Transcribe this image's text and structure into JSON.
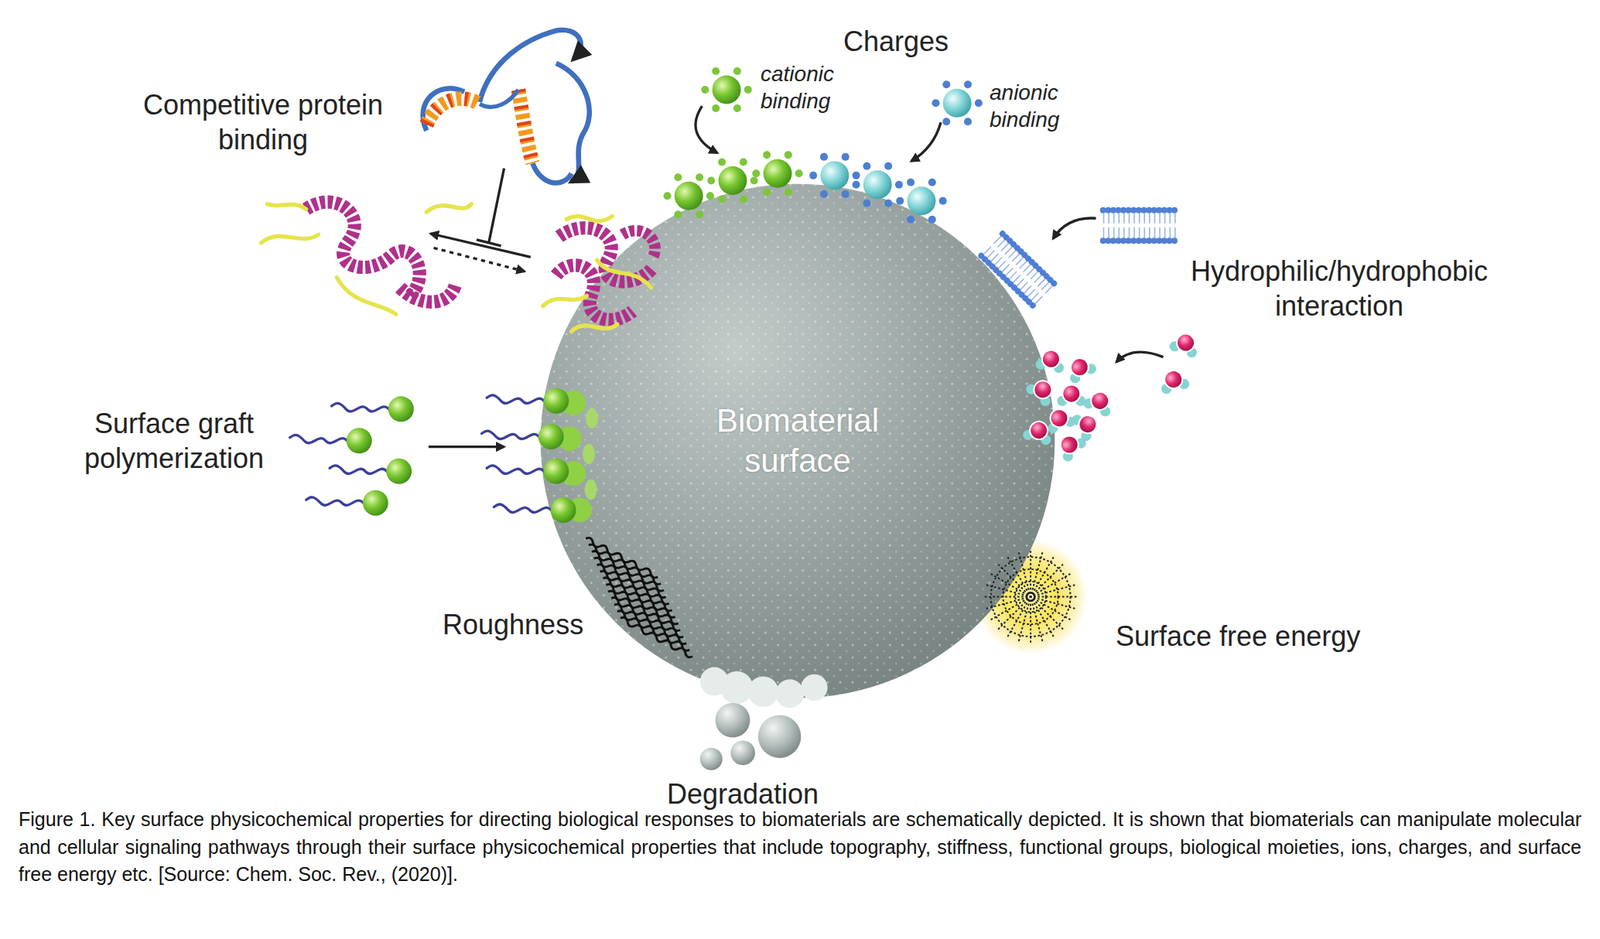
{
  "diagram": {
    "caption": "Figure 1. Key surface physicochemical properties for directing biological responses to biomaterials are schematically depicted. It is shown that biomaterials can manipulate molecular and cellular signaling pathways through their surface physicochemical properties that include topography, stiffness, functional groups, biological moieties, ions, charges, and surface free energy etc. [Source: Chem. Soc. Rev., (2020)].",
    "nodes": [
      {
        "text": [
          "Biomaterial surface"
        ]
      }
    ],
    "labels": [
      "Charges",
      "cationic binding",
      "anionic binding",
      "Competitive protein binding",
      "Hydrophilic/hydrophobic interaction",
      "Surface graft polymerization",
      "Roughness",
      "Surface free energy",
      "Degradation"
    ]
  }
}
